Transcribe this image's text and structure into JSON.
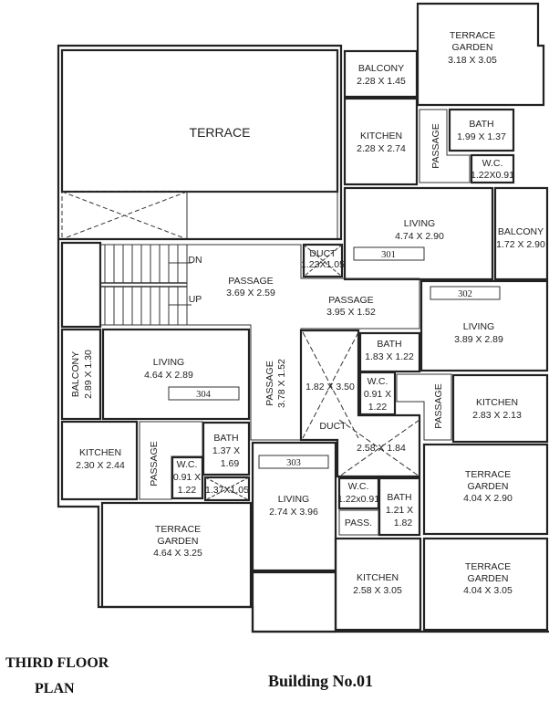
{
  "plan_title_line1": "THIRD FLOOR",
  "plan_title_line2": "PLAN",
  "building": "Building No.01",
  "rooms": {
    "terrace": "TERRACE",
    "tg_top": {
      "name1": "TERRACE",
      "name2": "GARDEN",
      "size": "3.18 X 3.05"
    },
    "balcony_301": {
      "name": "BALCONY",
      "size": "2.28 X 1.45"
    },
    "kitchen_301": {
      "name": "KITCHEN",
      "size": "2.28 X 2.74"
    },
    "passage_301": "PASSAGE",
    "bath_301": {
      "name": "BATH",
      "size": "1.99 X 1.37"
    },
    "wc_301": {
      "name": "W.C.",
      "size": "1.22X0.91"
    },
    "living_301": {
      "name": "LIVING",
      "size": "4.74 X 2.90",
      "unit": "301"
    },
    "balcony_301b": {
      "name": "BALCONY",
      "size": "1.72 X 2.90"
    },
    "duct_top": {
      "name": "DUCT",
      "size": "1.23X1.05"
    },
    "passage_main": {
      "name": "PASSAGE",
      "size": "3.69 X 2.59"
    },
    "stair_dn": "DN",
    "stair_up": "UP",
    "passage_mid": {
      "name": "PASSAGE",
      "size": "3.95 X 1.52"
    },
    "living_302": {
      "name": "LIVING",
      "size": "3.89 X 2.89",
      "unit": "302"
    },
    "balcony_304": {
      "name": "BALCONY",
      "size": "2.89 X 1.30"
    },
    "living_304": {
      "name": "LIVING",
      "size": "4.64 X 2.89",
      "unit": "304"
    },
    "passage_vert": {
      "name": "PASSAGE",
      "size": "3.78 X 1.52"
    },
    "duct_big": {
      "size": "1.82 X 3.50",
      "name": "DUCT",
      "size2": "2.58 X 1.84"
    },
    "bath_302": {
      "name": "BATH",
      "size": "1.83 X 1.22"
    },
    "wc_302": {
      "name": "W.C.",
      "size1": "0.91 X",
      "size2": "1.22"
    },
    "passage_302": "PASSAGE",
    "kitchen_302": {
      "name": "KITCHEN",
      "size": "2.83 X 2.13"
    },
    "kitchen_304": {
      "name": "KITCHEN",
      "size": "2.30 X 2.44"
    },
    "passage_304": "PASSAGE",
    "wc_304": {
      "name": "W.C.",
      "size1": "0.91 X",
      "size2": "1.22"
    },
    "bath_304": {
      "name": "BATH",
      "size1": "1.37 X",
      "size2": "1.69"
    },
    "duct_304": "1.37X1.05",
    "living_303": {
      "name": "LIVING",
      "size": "2.74 X 3.96",
      "unit": "303"
    },
    "wc_303": {
      "name": "W.C.",
      "size": "1.22x0.91"
    },
    "bath_303": {
      "name": "BATH",
      "size1": "1.21 X",
      "size2": "1.82"
    },
    "pass_303": "PASS.",
    "tg_302": {
      "name1": "TERRACE",
      "name2": "GARDEN",
      "size": "4.04 X 2.90"
    },
    "tg_304": {
      "name1": "TERRACE",
      "name2": "GARDEN",
      "size": "4.64 X 3.25"
    },
    "kitchen_303": {
      "name": "KITCHEN",
      "size": "2.58 X 3.05"
    },
    "tg_303": {
      "name1": "TERRACE",
      "name2": "GARDEN",
      "size": "4.04 X 3.05"
    }
  }
}
